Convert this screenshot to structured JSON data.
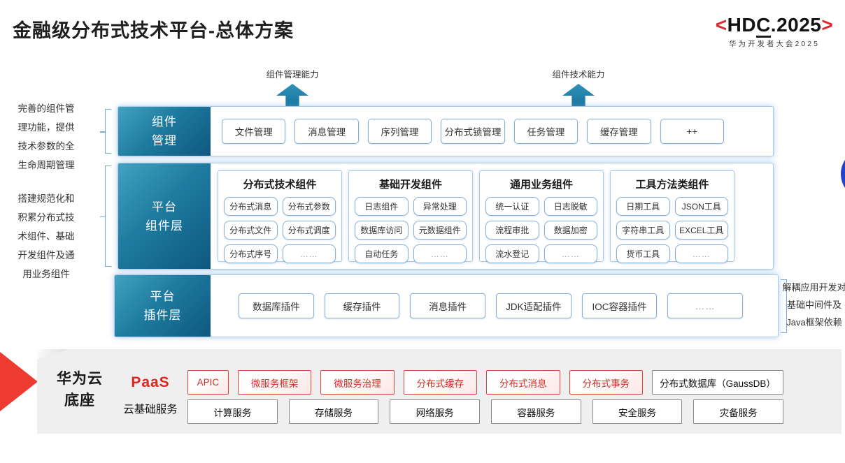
{
  "page": {
    "title": "金融级分布式技术平台-总体方案"
  },
  "logo": {
    "open": "<",
    "hd": "HD",
    "c": "C",
    "rest": ".2025",
    "close": ">",
    "subtitle": "华为开发者大会2025"
  },
  "capability_arrows": {
    "left": "组件管理能力",
    "right": "组件技术能力"
  },
  "notes": {
    "left_top": [
      "完善的组件管",
      "理功能，提供",
      "技术参数的全",
      "生命周期管理"
    ],
    "left_bottom": [
      "搭建规范化和",
      "积累分布式技",
      "术组件、基础",
      "开发组件及通",
      "用业务组件"
    ],
    "right": [
      "解耦应用开发对",
      "基础中间件及",
      "Java框架依赖"
    ]
  },
  "rows": {
    "component_mgmt": {
      "label_lines": [
        "组件",
        "管理"
      ],
      "items": [
        "文件管理",
        "消息管理",
        "序列管理",
        "分布式锁管理",
        "任务管理",
        "缓存管理",
        "++"
      ]
    },
    "platform_components": {
      "label_lines": [
        "平台",
        "组件层"
      ],
      "groups": [
        {
          "title": "分布式技术组件",
          "items": [
            "分布式消息",
            "分布式参数",
            "分布式文件",
            "分布式调度",
            "分布式序号",
            "……"
          ]
        },
        {
          "title": "基础开发组件",
          "items": [
            "日志组件",
            "异常处理",
            "数据库访问",
            "元数据组件",
            "自动任务",
            "……"
          ]
        },
        {
          "title": "通用业务组件",
          "items": [
            "统一认证",
            "日志脱敏",
            "流程审批",
            "数据加密",
            "流水登记",
            "……"
          ]
        },
        {
          "title": "工具方法类组件",
          "items": [
            "日期工具",
            "JSON工具",
            "字符串工具",
            "EXCEL工具",
            "货币工具",
            "……"
          ]
        }
      ]
    },
    "platform_plugins": {
      "label_lines": [
        "平台",
        "插件层"
      ],
      "items": [
        "数据库插件",
        "缓存插件",
        "消息插件",
        "JDK适配插件",
        "IOC容器插件",
        "……"
      ]
    }
  },
  "foundation": {
    "label_lines": [
      "华为云",
      "底座"
    ],
    "paas_label": "PaaS",
    "paas_items": [
      "APIC",
      "微服务框架",
      "微服务治理",
      "分布式缓存",
      "分布式消息",
      "分布式事务"
    ],
    "paas_db_item": "分布式数据库（GaussDB）",
    "cloud_label": "云基础服务",
    "cloud_items": [
      "计算服务",
      "存储服务",
      "网络服务",
      "容器服务",
      "安全服务",
      "灾备服务"
    ]
  },
  "colors": {
    "accent_teal": "#15709b",
    "label_gradient_start": "#42a2bf",
    "label_gradient_end": "#0e5780",
    "row_border": "#a9cbe8",
    "box_border": "#87b0d4",
    "hdc_red": "#e2262d",
    "paas_red": "#cf2f28",
    "panel_bg": "#f0efef",
    "red_arrow": "#ee3b31",
    "blue_dot": "#2343cf"
  }
}
